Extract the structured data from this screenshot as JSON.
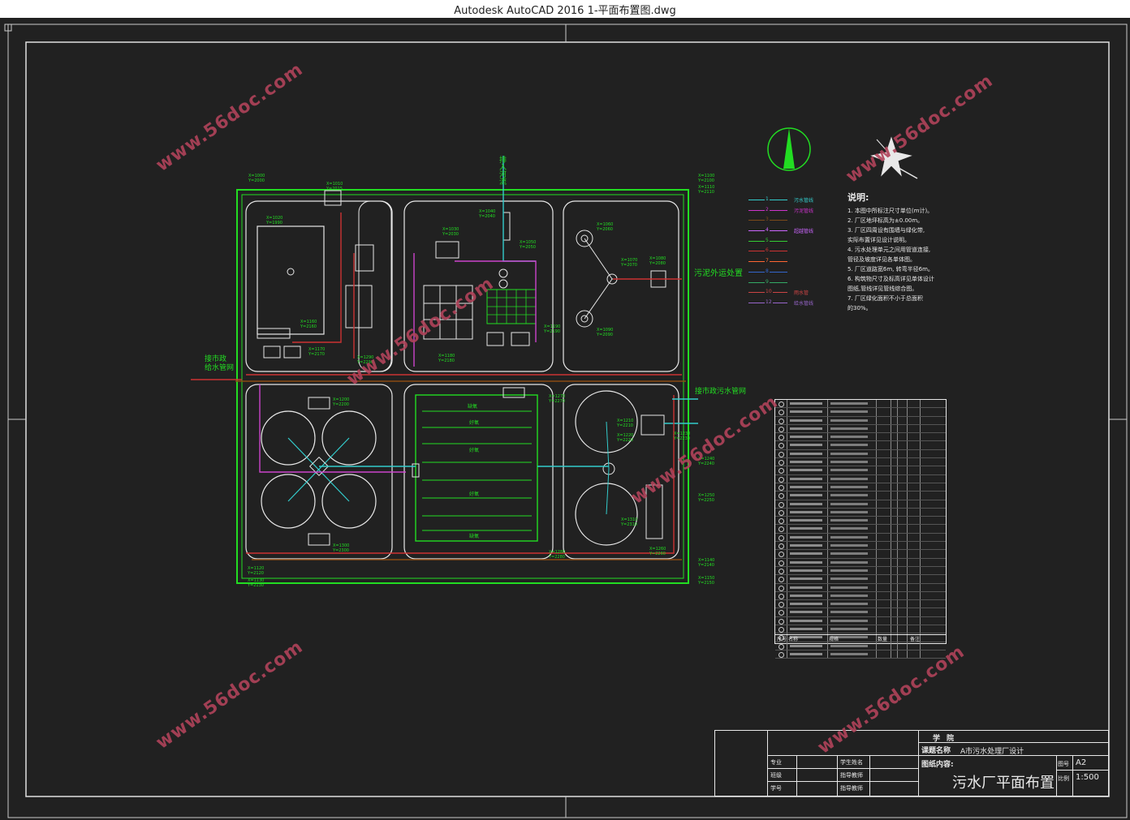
{
  "window": {
    "title": "Autodesk AutoCAD 2016    1-平面布置图.dwg"
  },
  "watermark": {
    "text": "www.56doc.com"
  },
  "drawing": {
    "labels": {
      "river_in": "排入河流",
      "sludge_out": "污泥外运处置",
      "city_supply_line1": "接市政",
      "city_supply_line2": "给水管网",
      "city_sewer": "接市政污水管网",
      "aeration": "好氧",
      "anoxic": "缺氧"
    }
  },
  "legend": {
    "items": [
      {
        "num": "1",
        "label": "污水管线",
        "color": "#33cccc"
      },
      {
        "num": "2",
        "label": "污泥管线",
        "color": "#cc33cc"
      },
      {
        "num": "3",
        "label": "",
        "color": "#7a4a1a"
      },
      {
        "num": "4",
        "label": "超越管线",
        "color": "#cc66ff"
      },
      {
        "num": "5",
        "label": "",
        "color": "#33cc33"
      },
      {
        "num": "6",
        "label": "",
        "color": "#cc3333"
      },
      {
        "num": "7",
        "label": "",
        "color": "#ff6633"
      },
      {
        "num": "8",
        "label": "",
        "color": "#3366cc"
      },
      {
        "num": "9",
        "label": "",
        "color": "#33aa66"
      },
      {
        "num": "10",
        "label": "雨水管",
        "color": "#cc4444"
      },
      {
        "num": "12",
        "label": "给水管线",
        "color": "#9966cc"
      }
    ]
  },
  "notes": {
    "title": "说明:",
    "lines": [
      "1. 本图中所标注尺寸单位(m计)。",
      "2. 厂区地坪标高为±0.00m。",
      "3. 厂区四周设有围墙与绿化带,",
      "   实际布置详见设计说明。",
      "4. 污水处理单元之间用管道连接,",
      "   管径及坡度详见各单体图。",
      "5. 厂区道路宽6m, 转弯半径6m。",
      "6. 构筑物尺寸及标高详见单体设计",
      "   图纸,管线详见管线综合图。",
      "7. 厂区绿化面积不小于总面积",
      "   的30%。"
    ]
  },
  "structures_table": {
    "footer": [
      "序号",
      "名称",
      "规格",
      "数量",
      "备注"
    ],
    "rows": 31
  },
  "title_block": {
    "school_label": "学院",
    "topic_label": "课题名称",
    "topic_value": "A市污水处理厂设计",
    "content_label": "图纸内容:",
    "drawing_title": "污水厂平面布置",
    "sheet_label": "图号",
    "sheet_value": "A2",
    "scale_label": "比例",
    "scale_value": "1:500",
    "row1": [
      "专业",
      "学生姓名"
    ],
    "row2": [
      "班级",
      "指导教师"
    ],
    "row3": [
      "学号",
      "指导教师"
    ]
  },
  "colors": {
    "green": "#22dd22",
    "cyan": "#33cccc",
    "brown": "#8a4a12",
    "red": "#cc3333",
    "white": "#e8e8e8",
    "magenta": "#cc44cc",
    "watermark": "#b0435a"
  }
}
